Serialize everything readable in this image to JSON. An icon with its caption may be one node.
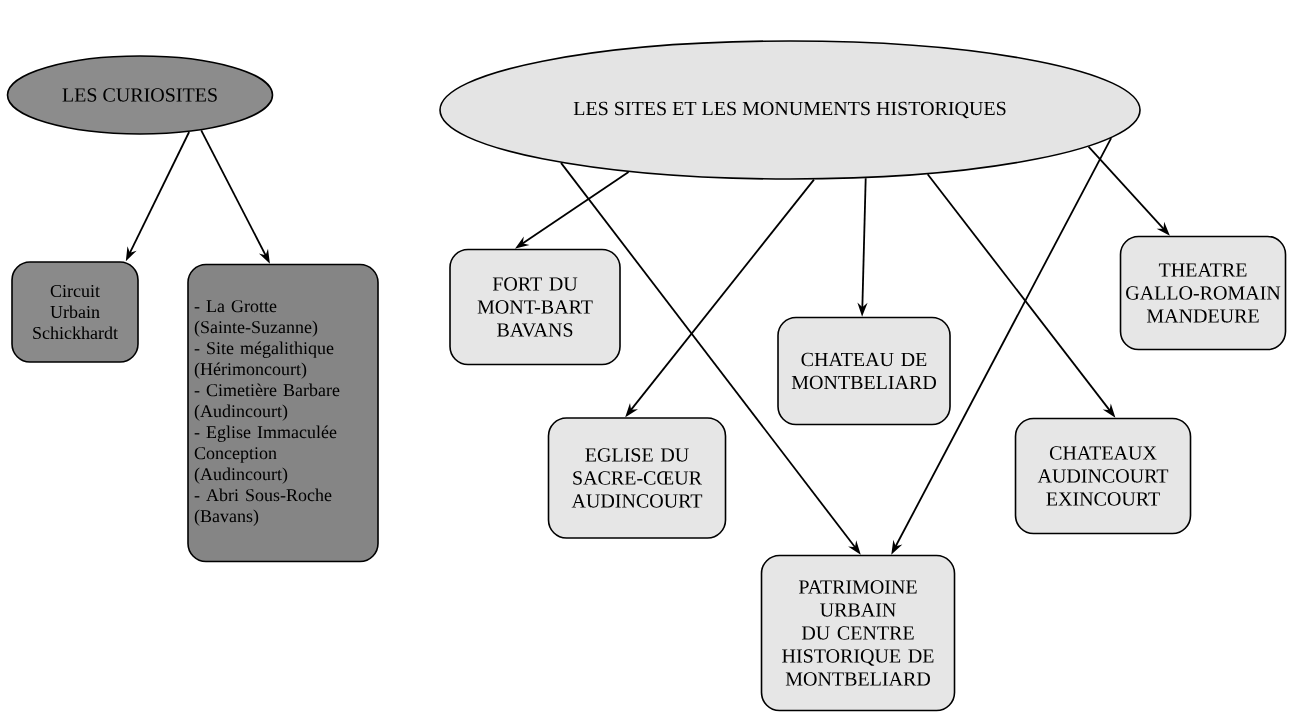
{
  "diagram": {
    "nodes": [
      {
        "text": [
          "LES CURIOSITES"
        ]
      },
      {
        "text": [
          "Circuit Urbain Schickhardt"
        ]
      },
      {
        "text": [
          "- La Grotte (Sainte-Suzanne)",
          "- Site mégalithique (Hérimoncourt)",
          "- Cimetière Barbare (Audincourt)",
          "- Eglise Immaculée Conception (Audincourt)",
          "- Abri Sous-Roche (Bavans)"
        ]
      },
      {
        "text": [
          "LES SITES ET LES MONUMENTS HISTORIQUES"
        ]
      },
      {
        "text": [
          "FORT DU MONT-BART BAVANS"
        ]
      },
      {
        "text": [
          "CHATEAU DE MONTBELIARD"
        ]
      },
      {
        "text": [
          "THEATRE GALLO-ROMAIN MANDEURE"
        ]
      },
      {
        "text": [
          "EGLISE DU SACRE-CŒUR AUDINCOURT"
        ]
      },
      {
        "text": [
          "CHATEAUX AUDINCOURT EXINCOURT"
        ]
      },
      {
        "text": [
          "PATRIMOINE URBAIN DU CENTRE HISTORIQUE DE MONTBELIARD"
        ]
      }
    ],
    "edges": [
      {
        "from": 0,
        "to": 1,
        "arrow": "to"
      },
      {
        "from": 0,
        "to": 2,
        "arrow": "to"
      },
      {
        "from": 3,
        "to": 9,
        "arrow": "to"
      },
      {
        "from": 3,
        "to": 4,
        "arrow": "to"
      },
      {
        "from": 3,
        "to": 7,
        "arrow": "to"
      },
      {
        "from": 3,
        "to": 5,
        "arrow": "to"
      },
      {
        "from": 3,
        "to": 8,
        "arrow": "to"
      },
      {
        "from": 3,
        "to": 6,
        "arrow": "to"
      },
      {
        "from": 3,
        "to": 9,
        "arrow": "to"
      }
    ]
  }
}
